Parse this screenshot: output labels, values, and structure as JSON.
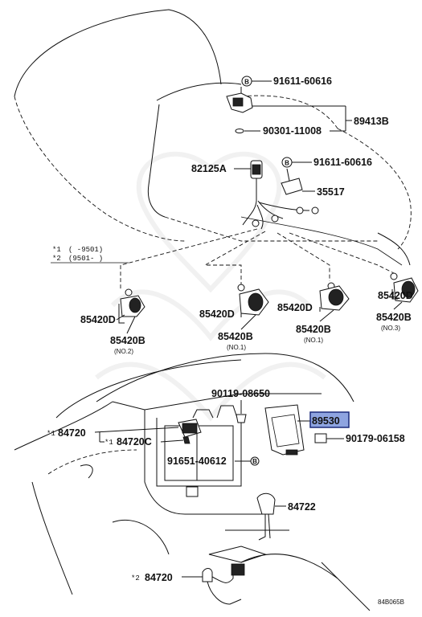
{
  "parts": {
    "p91611_top": "91611-60616",
    "p89413B": "89413B",
    "p90301": "90301-11008",
    "p82125A": "82125A",
    "p91611_mid": "91611-60616",
    "p35517": "35517",
    "p85420D_1": "85420D",
    "p85420B_1": "85420B",
    "no_1": "(NO.2)",
    "p85420D_2": "85420D",
    "p85420B_2": "85420B",
    "no_2": "(NO.1)",
    "p85420D_3": "85420D",
    "p85420B_3": "85420B",
    "no_3": "(NO.1)",
    "p85420D_4": "85420D",
    "p85420B_4": "85420B",
    "no_4": "(NO.3)",
    "p90119": "90119-08650",
    "p89530": "89530",
    "p90179": "90179-06158",
    "p84720_1": "84720",
    "p84720C": "84720C",
    "p91651": "91651-40612",
    "p84722": "84722",
    "p84720_2": "84720"
  },
  "markers": {
    "star1": "*1",
    "star2": "*2",
    "bolt_b": "B"
  },
  "legend": {
    "row1_mark": "*1",
    "row1_text": "(    -9501)",
    "row2_mark": "*2",
    "row2_text": "(9501-    )"
  },
  "highlight_color": "#8ea4e0",
  "diagram_code": "84B065B"
}
